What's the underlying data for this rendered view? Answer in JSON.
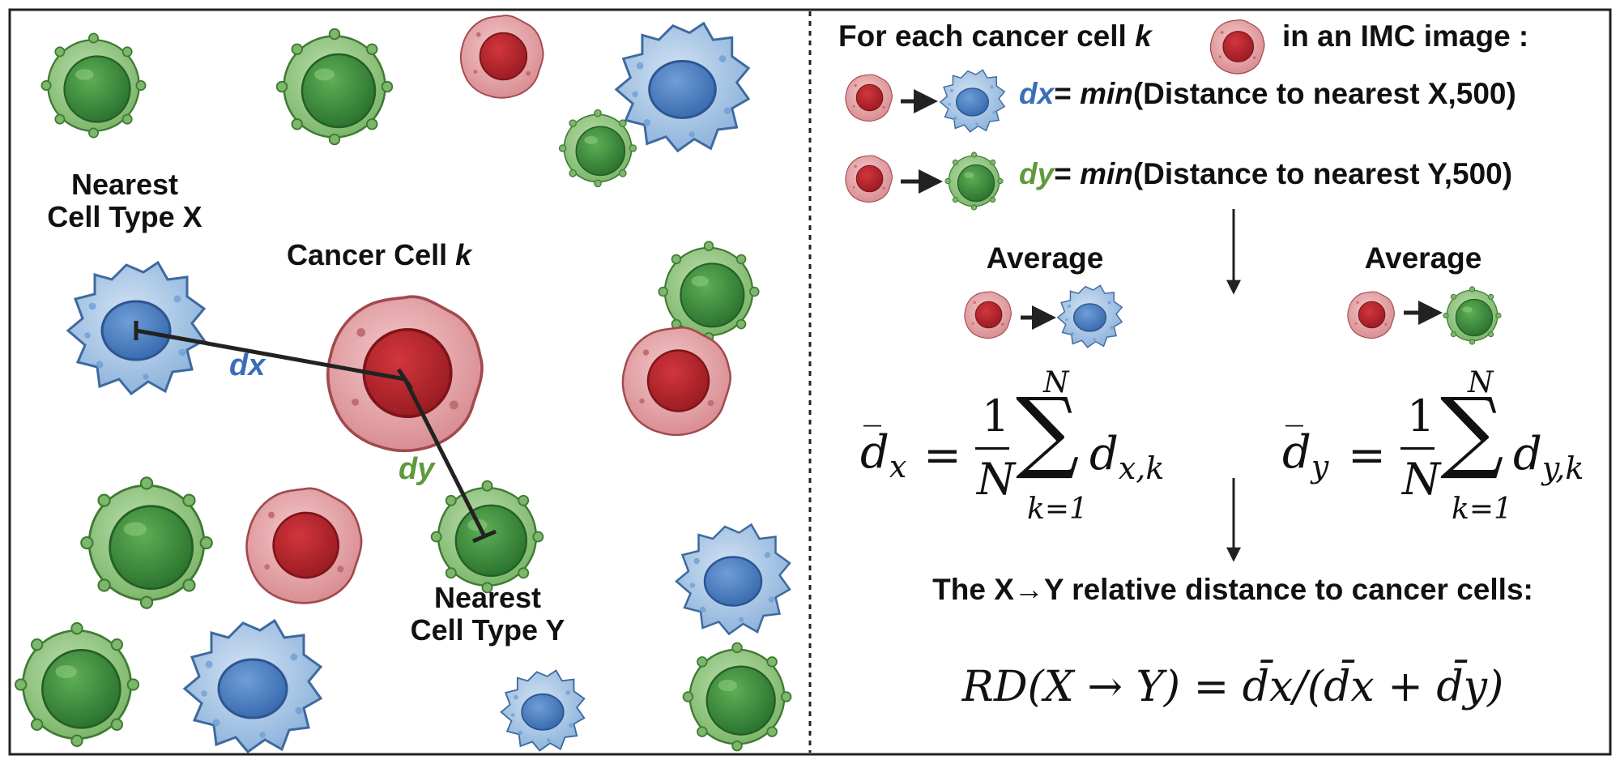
{
  "left_panel": {
    "label_nearest_x": [
      "Nearest",
      "Cell Type X"
    ],
    "label_cancer": "Cancer Cell",
    "label_cancer_k": "k",
    "label_dx": "dx",
    "label_dy": "dy",
    "label_nearest_y": [
      "Nearest",
      "Cell Type Y"
    ]
  },
  "right_panel": {
    "header_pre": "For each cancer cell",
    "header_k": "k",
    "header_post": "in an IMC image :",
    "dx_rule": {
      "var": "dx",
      "eq": "=",
      "fn": "min",
      "rest": "(Distance to nearest X,500)"
    },
    "dy_rule": {
      "var": "dy",
      "eq": "=",
      "fn": "min",
      "rest": "(Distance to nearest Y,500)"
    },
    "average_left": "Average",
    "average_right": "Average",
    "formula_dx": {
      "lhs": "d",
      "sub": "x",
      "eq": "=",
      "num": "1",
      "den": "N",
      "sum_top": "N",
      "sum_bot": "k=1",
      "term": "d",
      "term_sub": "x,k"
    },
    "formula_dy": {
      "lhs": "d",
      "sub": "y",
      "eq": "=",
      "num": "1",
      "den": "N",
      "sum_top": "N",
      "sum_bot": "k=1",
      "term": "d",
      "term_sub": "y,k"
    },
    "relative_title": "The X→Y relative distance to cancer cells:",
    "rd_formula": "RD(X → Y) = d̄x/(d̄x + d̄y)"
  },
  "colors": {
    "cancer_outer": "#e3a3a6",
    "cancer_inner": "#b8262c",
    "tcell_outer": "#8cc47c",
    "tcell_inner": "#3c8a3c",
    "macro_outer": "#aac7e6",
    "macro_inner": "#4b7fc4",
    "dx_color": "#3a6fb8",
    "dy_color": "#5e9a3c"
  }
}
